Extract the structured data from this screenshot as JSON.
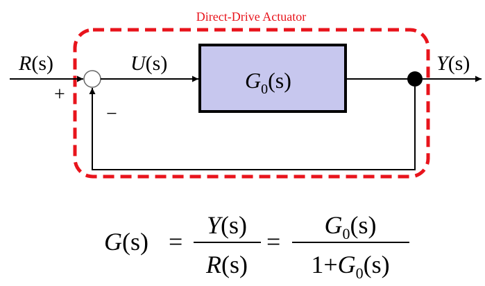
{
  "diagram": {
    "region_label": "Direct-Drive Actuator",
    "input_label": {
      "fn": "R",
      "arg": "(s)"
    },
    "control_label": {
      "fn": "U",
      "arg": "(s)"
    },
    "output_label": {
      "fn": "Y",
      "arg": "(s)"
    },
    "plant_label": {
      "fn": "G",
      "sub": "0",
      "arg": "(s)"
    },
    "plus_sign": "+",
    "minus_sign": "−"
  },
  "equation": {
    "lhs": {
      "fn": "G",
      "arg": "(s)"
    },
    "equals": "=",
    "frac1": {
      "num": {
        "fn": "Y",
        "arg": "(s)"
      },
      "den": {
        "fn": "R",
        "arg": "(s)"
      }
    },
    "frac2": {
      "num": {
        "fn": "G",
        "sub": "0",
        "arg": "(s)"
      },
      "den": {
        "prefix": "1+",
        "fn": "G",
        "sub": "0",
        "arg": "(s)"
      }
    }
  },
  "colors": {
    "region_border": "#e8141c",
    "region_label": "#e8141c",
    "block_fill": "#c7c7ee",
    "line": "#000000"
  }
}
